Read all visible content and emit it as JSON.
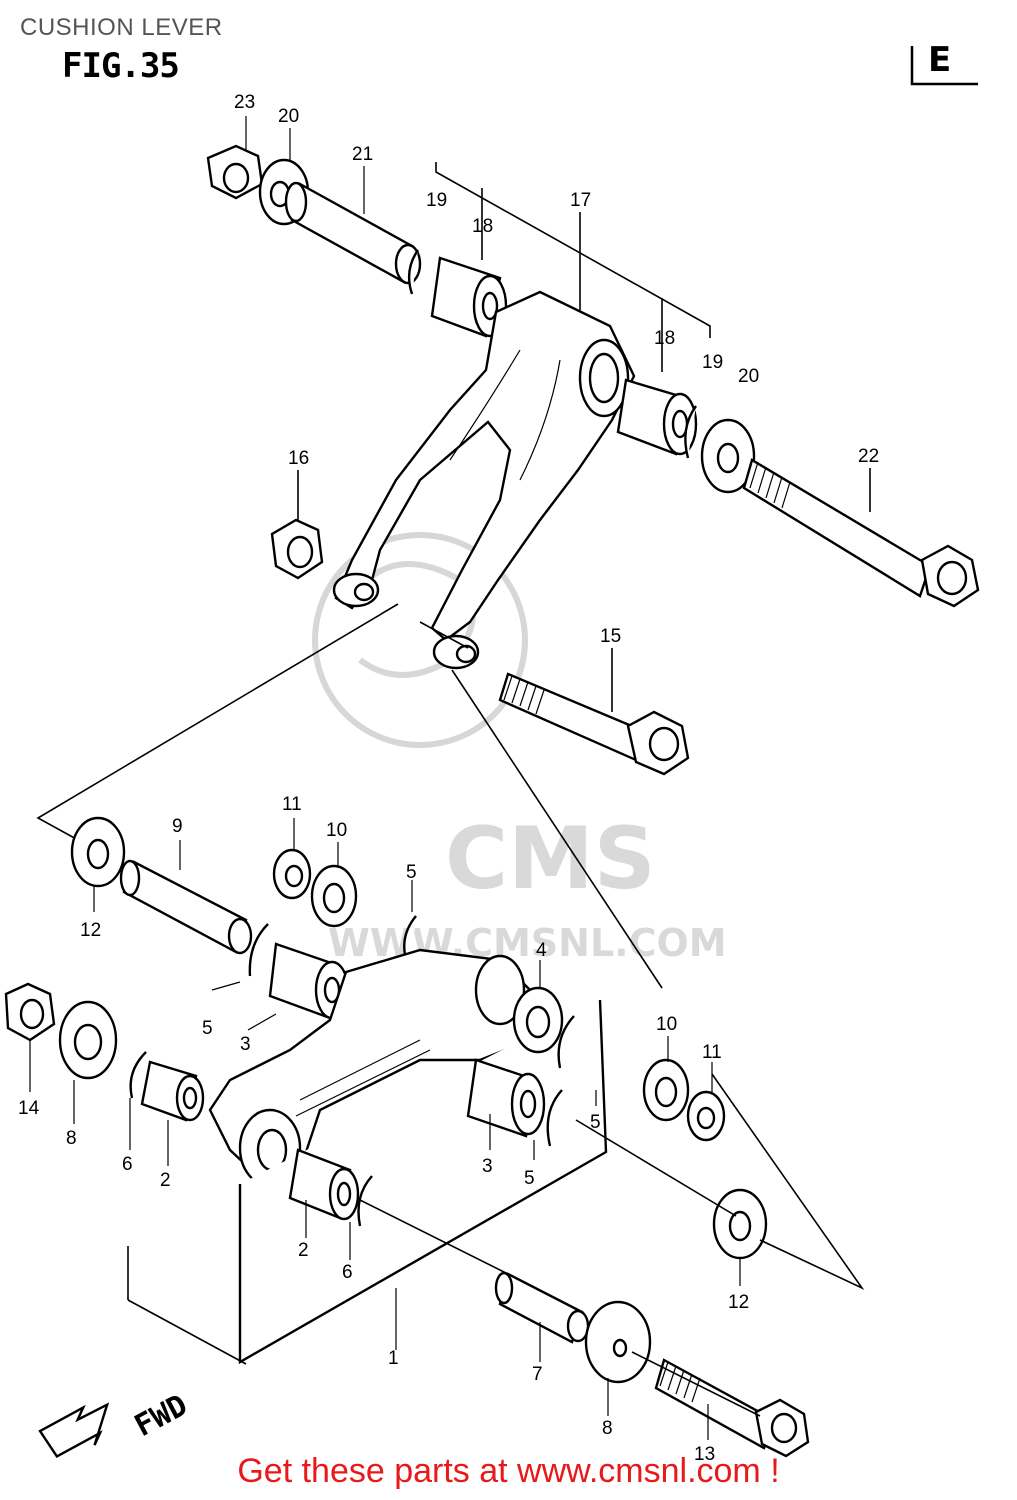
{
  "header": {
    "title": "CUSHION LEVER",
    "figure": "FIG.35",
    "corner_mark": "E"
  },
  "watermark": {
    "main": "CMS",
    "url": "WWW.CMSNL.COM"
  },
  "direction_label": "FWD",
  "callouts": {
    "c23": "23",
    "c20a": "20",
    "c21": "21",
    "c19a": "19",
    "c18a": "18",
    "c17": "17",
    "c18b": "18",
    "c19b": "19",
    "c20b": "20",
    "c22": "22",
    "c16": "16",
    "c15": "15",
    "c11a": "11",
    "c10a": "10",
    "c9": "9",
    "c12a": "12",
    "c5a": "5",
    "c4": "4",
    "c5b": "5",
    "c3a": "3",
    "c14": "14",
    "c8a": "8",
    "c6a": "6",
    "c2a": "2",
    "c10b": "10",
    "c11b": "11",
    "c5c": "5",
    "c3b": "3",
    "c5d": "5",
    "c2b": "2",
    "c6b": "6",
    "c12b": "12",
    "c1": "1",
    "c7": "7",
    "c8b": "8",
    "c13": "13"
  },
  "footer": {
    "text": "Get these parts at www.cmsnl.com !",
    "color": "#e8191b"
  }
}
